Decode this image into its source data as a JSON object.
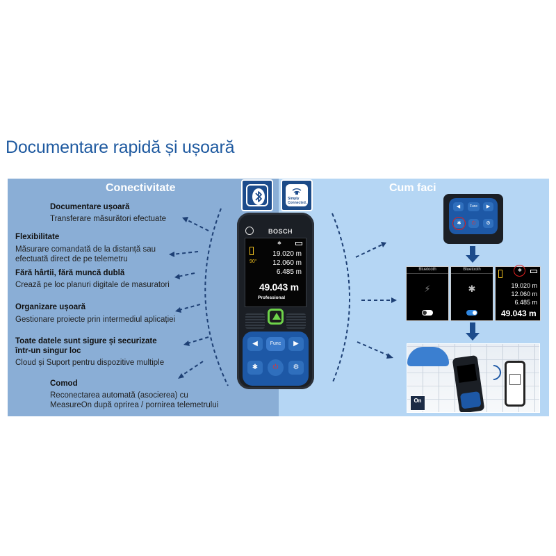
{
  "title": "Documentare rapidă și ușoară",
  "left_panel": {
    "heading": "Conectivitate",
    "features": [
      {
        "title": "Documentare ușoară",
        "desc": [
          "Transferare măsurători efectuate"
        ]
      },
      {
        "title": "Flexibilitate",
        "desc": [
          "Măsurare comandată de la distanță sau",
          "efectuată direct de pe telemetru"
        ]
      },
      {
        "title": "Fără hârtii, fără muncă dublă",
        "desc": [
          "Crează pe loc planuri digitale de masuratori"
        ]
      },
      {
        "title": "Organizare ușoară",
        "desc": [
          "Gestionare proiecte prin intermediul aplicației"
        ]
      },
      {
        "title_lines": [
          "Toate datele sunt sigure și securizate",
          "într-un singur loc"
        ],
        "desc": [
          "Cloud și Suport pentru dispozitive multiple"
        ]
      },
      {
        "title": "Comod",
        "desc": [
          "Reconectarea automată (asocierea) cu",
          "MeasureOn după oprirea / pornirea telemetrului"
        ]
      }
    ]
  },
  "right_panel": {
    "heading": "Cum faci"
  },
  "badges": {
    "simply_connected": "Simply Connected."
  },
  "device": {
    "brand": "BOSCH",
    "model": "Professional",
    "readings": [
      "19.020 m",
      "12.060 m",
      "6.485 m"
    ],
    "main_reading": "49.043 m",
    "angle": "90°",
    "func_label": "Func"
  },
  "screens": {
    "tile1_title": "Bluetooth",
    "tile2_title": "Bluetooth",
    "tile3_readings": [
      "19.020 m",
      "12.060 m",
      "6.485 m"
    ],
    "tile3_main": "49.043 m"
  },
  "photo": {
    "app_badge": "On"
  },
  "colors": {
    "title": "#1f5aa0",
    "left_panel": "#8aaed6",
    "right_panel": "#b5d6f4",
    "brand_blue": "#1d4c8c",
    "accent_green": "#6ed34a",
    "highlight_red": "#e02020"
  }
}
